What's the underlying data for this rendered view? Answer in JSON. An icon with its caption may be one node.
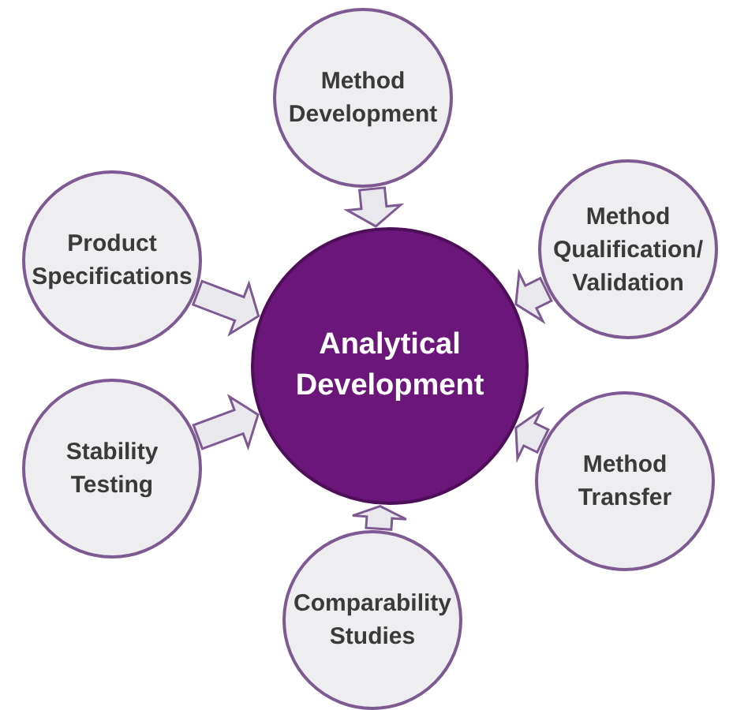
{
  "diagram": {
    "nodes": [
      {
        "text": [
          "Analytical Development"
        ]
      },
      {
        "text": [
          "Method Development"
        ]
      },
      {
        "text": [
          "Method Qualification/ Validation"
        ]
      },
      {
        "text": [
          "Method Transfer"
        ]
      },
      {
        "text": [
          "Comparability Studies"
        ]
      },
      {
        "text": [
          "Stability Testing"
        ]
      },
      {
        "text": [
          "Product Specifications"
        ]
      }
    ],
    "edges": [
      {
        "from": 1,
        "to": 0,
        "arrow": "to"
      },
      {
        "from": 2,
        "to": 0,
        "arrow": "to"
      },
      {
        "from": 3,
        "to": 0,
        "arrow": "to"
      },
      {
        "from": 4,
        "to": 0,
        "arrow": "to"
      },
      {
        "from": 5,
        "to": 0,
        "arrow": "to"
      },
      {
        "from": 6,
        "to": 0,
        "arrow": "to"
      }
    ]
  }
}
